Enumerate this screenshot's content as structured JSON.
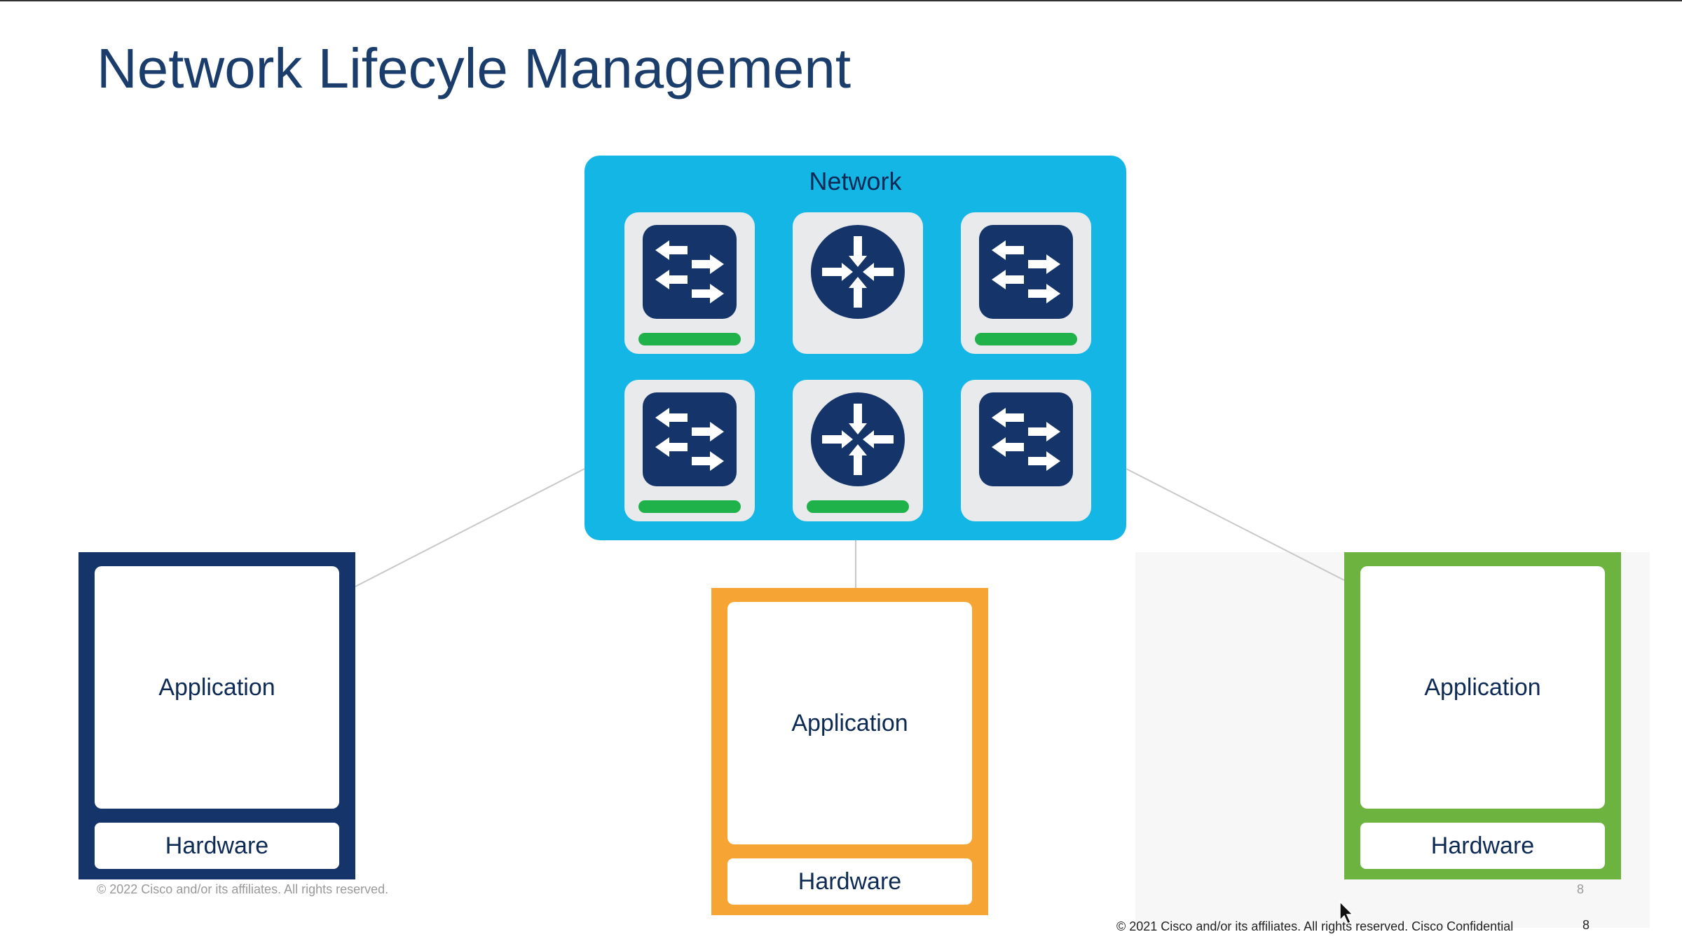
{
  "title": "Network Lifecyle Management",
  "network": {
    "label": "Network",
    "devices": [
      {
        "type": "switch",
        "status_bar": true
      },
      {
        "type": "router",
        "status_bar": false
      },
      {
        "type": "switch",
        "status_bar": true
      },
      {
        "type": "switch",
        "status_bar": true
      },
      {
        "type": "router",
        "status_bar": true
      },
      {
        "type": "switch",
        "status_bar": false
      }
    ]
  },
  "stacks": [
    {
      "application": "Application",
      "hardware": "Hardware",
      "color": "#14346a"
    },
    {
      "application": "Application",
      "hardware": "Hardware",
      "color": "#f6a434"
    },
    {
      "application": "Application",
      "hardware": "Hardware",
      "color": "#6db33f"
    }
  ],
  "footer": {
    "copyright_left": "© 2022  Cisco and/or its affiliates. All rights reserved.",
    "page_ghost": "8",
    "copyright_right": "© 2021  Cisco and/or its affiliates. All rights reserved.   Cisco Confidential",
    "page": "8"
  }
}
